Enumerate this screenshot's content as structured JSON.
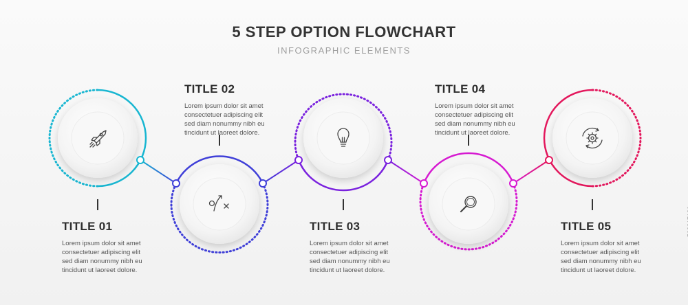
{
  "header": {
    "title": "5 STEP OPTION FLOWCHART",
    "subtitle": "INFOGRAPHIC ELEMENTS"
  },
  "steps": [
    {
      "title": "TITLE 01",
      "text": "Lorem ipsum dolor sit amet\nconsectetuer adipiscing elit\nsed diam nonummy nibh eu\ntincidunt ut laoreet dolore.",
      "icon": "rocket-icon",
      "color": "#18b6d1"
    },
    {
      "title": "TITLE 02",
      "text": "Lorem ipsum dolor sit amet\nconsectetuer adipiscing elit\nsed diam nonummy nibh eu\ntincidunt ut laoreet dolore.",
      "icon": "strategy-icon",
      "color": "#3f3fd8"
    },
    {
      "title": "TITLE 03",
      "text": "Lorem ipsum dolor sit amet\nconsectetuer adipiscing elit\nsed diam nonummy nibh eu\ntincidunt ut laoreet dolore.",
      "icon": "lightbulb-icon",
      "color": "#7a22de"
    },
    {
      "title": "TITLE 04",
      "text": "Lorem ipsum dolor sit amet\nconsectetuer adipiscing elit\nsed diam nonummy nibh eu\ntincidunt ut laoreet dolore.",
      "icon": "magnifier-icon",
      "color": "#d61ad1"
    },
    {
      "title": "TITLE 05",
      "text": "Lorem ipsum dolor sit amet\nconsectetuer adipiscing elit\nsed diam nonummy nibh eu\ntincidunt ut laoreet dolore.",
      "icon": "gear-cycle-icon",
      "color": "#e3175c"
    }
  ],
  "watermark": {
    "stock_id": "508217126"
  }
}
